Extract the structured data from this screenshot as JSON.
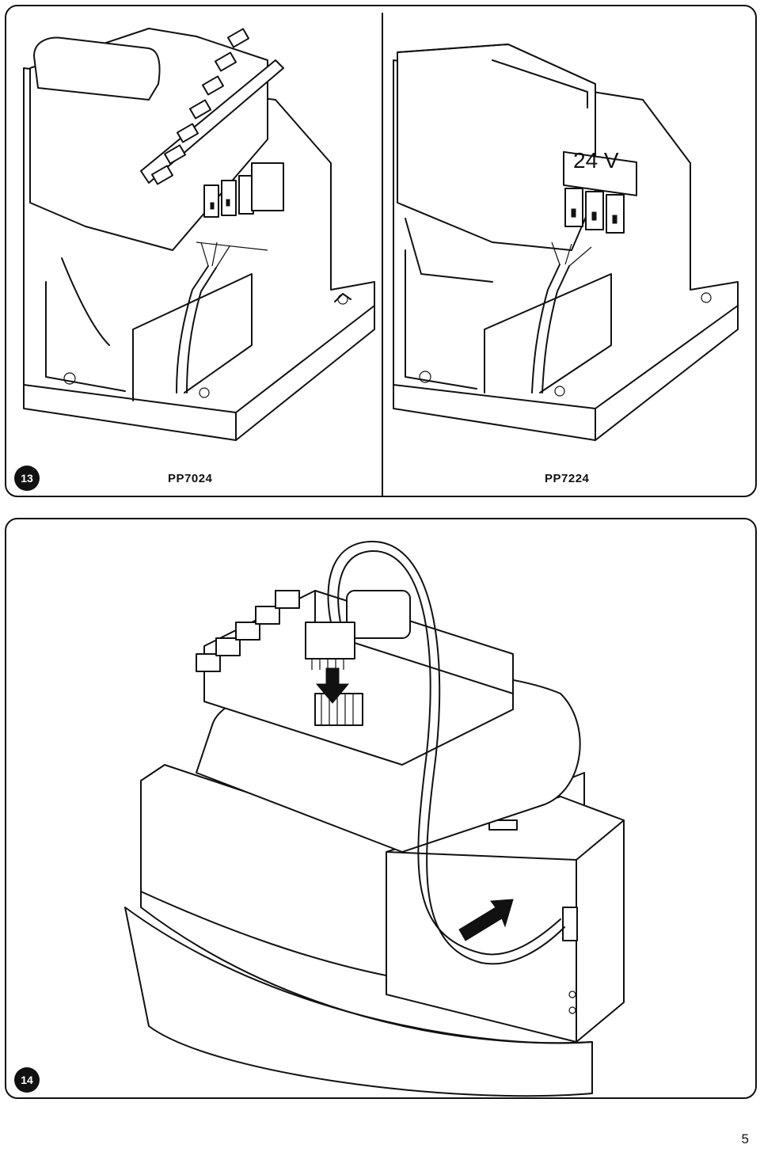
{
  "figure13": {
    "number": "13",
    "left_model": "PP7024",
    "right_model": "PP7224",
    "right_voltage_label": "24 V"
  },
  "figure14": {
    "number": "14"
  },
  "page": {
    "number": "5"
  }
}
